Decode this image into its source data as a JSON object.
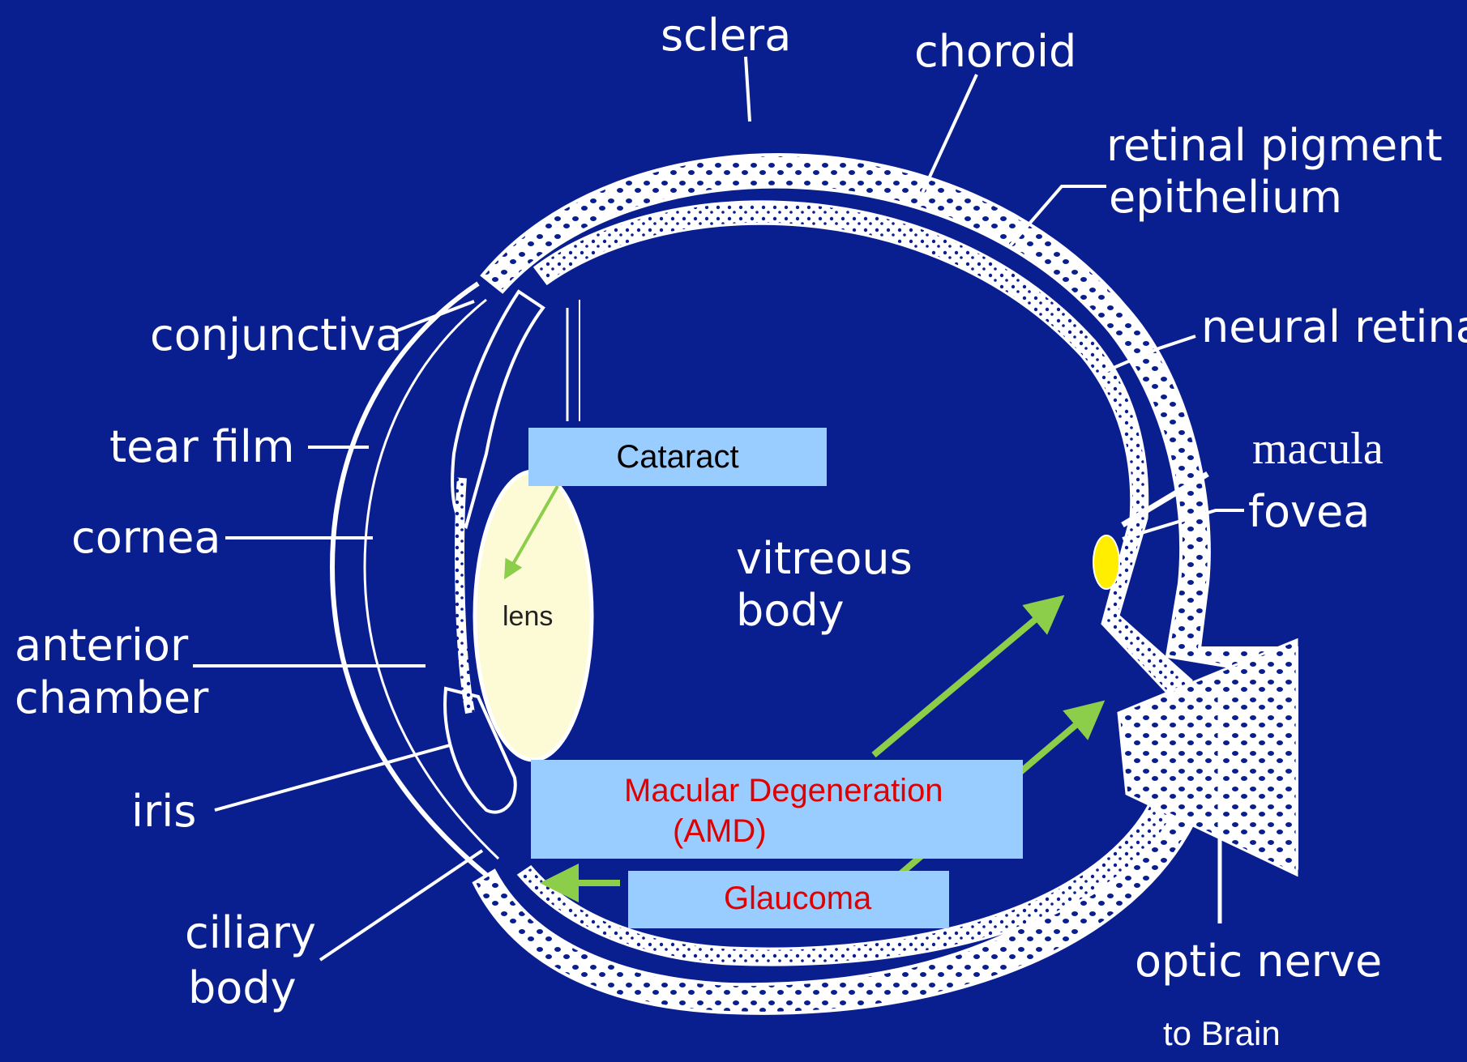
{
  "colors": {
    "background": "#0a1f8f",
    "line": "#ffffff",
    "lens_fill": "#fdfbd6",
    "macula_dot": "#ffee00",
    "box_fill": "#99ccff",
    "arrow": "#8ccd4a",
    "disease_text": "#e00000"
  },
  "anatomy_labels": {
    "sclera": "sclera",
    "choroid": "choroid",
    "rpe_line1": "retinal pigment",
    "rpe_line2": "epithelium",
    "neural_retina": "neural retina",
    "conjunctiva": "conjunctiva",
    "tear_film": "tear film",
    "cornea": "cornea",
    "anterior_chamber_line1": "anterior",
    "anterior_chamber_line2": "chamber",
    "iris": "iris",
    "ciliary_body_line1": "ciliary",
    "ciliary_body_line2": "body",
    "vitreous_line1": "vitreous",
    "vitreous_line2": "body",
    "fovea": "fovea",
    "optic_nerve": "optic nerve",
    "lens": "lens"
  },
  "overlay_labels": {
    "macula": "macula",
    "to_brain": "to Brain"
  },
  "disease_boxes": {
    "cataract": "Cataract",
    "amd_line1": "Macular Degeneration",
    "amd_line2": "(AMD)",
    "glaucoma": "Glaucoma"
  }
}
